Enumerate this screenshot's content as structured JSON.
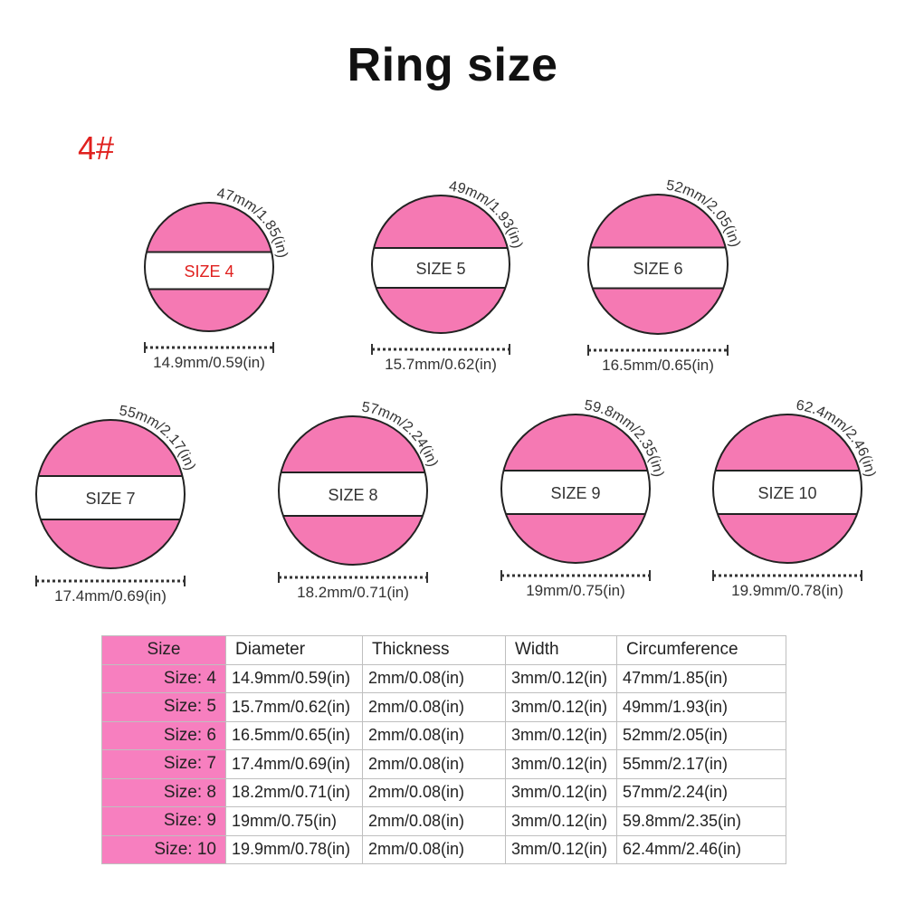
{
  "title": "Ring size",
  "variant_label": "4#",
  "colors": {
    "pink": "#f579b3",
    "label_red": "#e0201e",
    "table_pink": "#f77fbf"
  },
  "rings": [
    {
      "size_label": "SIZE 4",
      "circumference": "47mm/1.85(in)",
      "diameter": "14.9mm/0.59(in)",
      "highlight": true
    },
    {
      "size_label": "SIZE 5",
      "circumference": "49mm/1.93(in)",
      "diameter": "15.7mm/0.62(in)",
      "highlight": false
    },
    {
      "size_label": "SIZE 6",
      "circumference": "52mm/2.05(in)",
      "diameter": "16.5mm/0.65(in)",
      "highlight": false
    },
    {
      "size_label": "SIZE 7",
      "circumference": "55mm/2.17(in)",
      "diameter": "17.4mm/0.69(in)",
      "highlight": false
    },
    {
      "size_label": "SIZE 8",
      "circumference": "57mm/2.24(in)",
      "diameter": "18.2mm/0.71(in)",
      "highlight": false
    },
    {
      "size_label": "SIZE 9",
      "circumference": "59.8mm/2.35(in)",
      "diameter": "19mm/0.75(in)",
      "highlight": false
    },
    {
      "size_label": "SIZE 10",
      "circumference": "62.4mm/2.46(in)",
      "diameter": "19.9mm/0.78(in)",
      "highlight": false
    }
  ],
  "table": {
    "headers": [
      "Size",
      "Diameter",
      "Thickness",
      "Width",
      "Circumference"
    ],
    "rows": [
      [
        "Size:  4",
        "14.9mm/0.59(in)",
        "2mm/0.08(in)",
        "3mm/0.12(in)",
        "47mm/1.85(in)"
      ],
      [
        "Size:  5",
        "15.7mm/0.62(in)",
        "2mm/0.08(in)",
        "3mm/0.12(in)",
        "49mm/1.93(in)"
      ],
      [
        "Size:  6",
        "16.5mm/0.65(in)",
        "2mm/0.08(in)",
        "3mm/0.12(in)",
        "52mm/2.05(in)"
      ],
      [
        "Size:  7",
        "17.4mm/0.69(in)",
        "2mm/0.08(in)",
        "3mm/0.12(in)",
        "55mm/2.17(in)"
      ],
      [
        "Size:  8",
        "18.2mm/0.71(in)",
        "2mm/0.08(in)",
        "3mm/0.12(in)",
        "57mm/2.24(in)"
      ],
      [
        "Size:  9",
        "19mm/0.75(in)",
        "2mm/0.08(in)",
        "3mm/0.12(in)",
        "59.8mm/2.35(in)"
      ],
      [
        "Size:  10",
        "19.9mm/0.78(in)",
        "2mm/0.08(in)",
        "3mm/0.12(in)",
        "62.4mm/2.46(in)"
      ]
    ]
  }
}
